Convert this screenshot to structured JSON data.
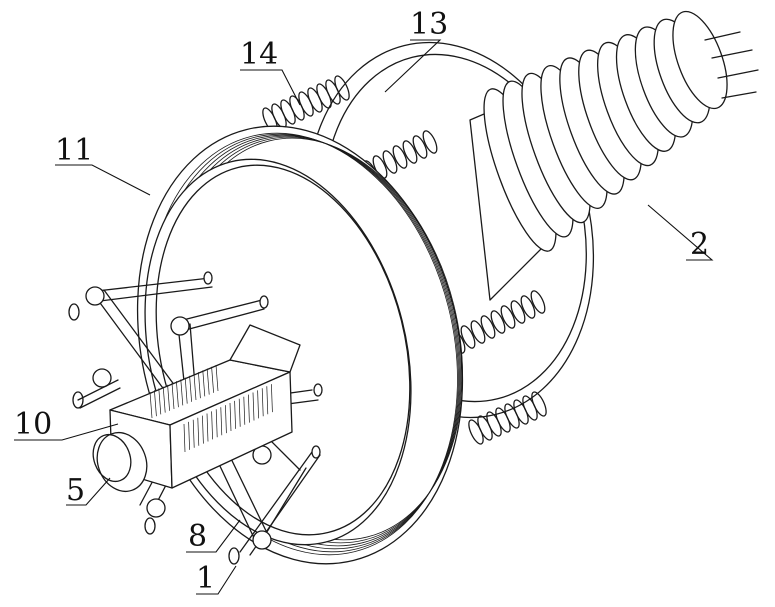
{
  "labels": {
    "part_13": "13",
    "part_14": "14",
    "part_11": "11",
    "part_2": "2",
    "part_10": "10",
    "part_5": "5",
    "part_8": "8",
    "part_1": "1"
  },
  "colors": {
    "line": "#1a1a1a",
    "background": "#ffffff"
  }
}
